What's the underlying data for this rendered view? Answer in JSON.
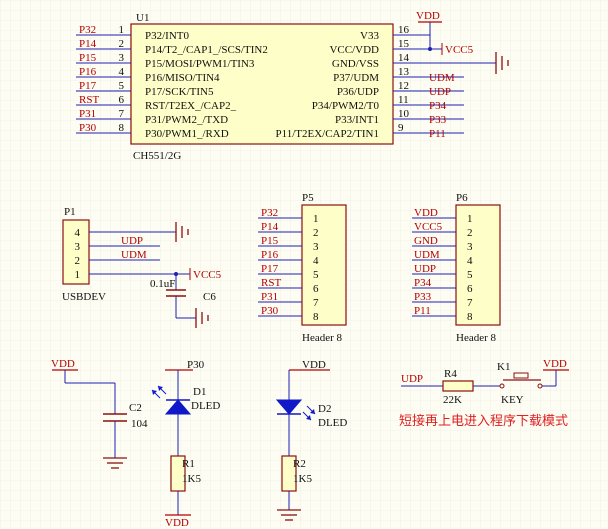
{
  "colors": {
    "background": "#fdfdf4",
    "grid": "#e8e8dc",
    "wire": "#1f1fb0",
    "part": "#8c1010",
    "text": "#101010",
    "net": "#b40000",
    "chip_fill": "#fefec8",
    "pin_text": "#101010",
    "cjk": "#e02020",
    "led": "#1018c8"
  },
  "u1": {
    "ref": "U1",
    "part": "CH551/2G",
    "left_pins": [
      {
        "num": "1",
        "net": "P32",
        "name": "P32/INT0"
      },
      {
        "num": "2",
        "net": "P14",
        "name": "P14/T2_/CAP1_/SCS/TIN2"
      },
      {
        "num": "3",
        "net": "P15",
        "name": "P15/MOSI/PWM1/TIN3"
      },
      {
        "num": "4",
        "net": "P16",
        "name": "P16/MISO/TIN4"
      },
      {
        "num": "5",
        "net": "P17",
        "name": "P17/SCK/TIN5"
      },
      {
        "num": "6",
        "net": "RST",
        "name": "RST/T2EX_/CAP2_"
      },
      {
        "num": "7",
        "net": "P31",
        "name": "P31/PWM2_/TXD"
      },
      {
        "num": "8",
        "net": "P30",
        "name": "P30/PWM1_/RXD"
      }
    ],
    "right_pins": [
      {
        "num": "16",
        "net": "VDD",
        "name": "V33"
      },
      {
        "num": "15",
        "net": "VCC5",
        "name": "VCC/VDD"
      },
      {
        "num": "14",
        "net": "",
        "name": "GND/VSS"
      },
      {
        "num": "13",
        "net": "UDM",
        "name": "P37/UDM"
      },
      {
        "num": "12",
        "net": "UDP",
        "name": "P36/UDP"
      },
      {
        "num": "11",
        "net": "P34",
        "name": "P34/PWM2/T0"
      },
      {
        "num": "10",
        "net": "P33",
        "name": "P33/INT1"
      },
      {
        "num": "9",
        "net": "P11",
        "name": "P11/T2EX/CAP2/TIN1"
      }
    ]
  },
  "p1": {
    "ref": "P1",
    "part": "USBDEV",
    "pins": [
      {
        "num": "4",
        "net": ""
      },
      {
        "num": "3",
        "net": "UDP"
      },
      {
        "num": "2",
        "net": "UDM"
      },
      {
        "num": "1",
        "net": "VCC5"
      }
    ]
  },
  "c6": {
    "ref": "C6",
    "value": "0.1uF"
  },
  "p5": {
    "ref": "P5",
    "part": "Header 8",
    "pins": [
      {
        "num": "1",
        "net": "P32"
      },
      {
        "num": "2",
        "net": "P14"
      },
      {
        "num": "3",
        "net": "P15"
      },
      {
        "num": "4",
        "net": "P16"
      },
      {
        "num": "5",
        "net": "P17"
      },
      {
        "num": "6",
        "net": "RST"
      },
      {
        "num": "7",
        "net": "P31"
      },
      {
        "num": "8",
        "net": "P30"
      }
    ]
  },
  "p6": {
    "ref": "P6",
    "part": "Header 8",
    "pins": [
      {
        "num": "1",
        "net": "VDD"
      },
      {
        "num": "2",
        "net": "VCC5"
      },
      {
        "num": "3",
        "net": "GND"
      },
      {
        "num": "4",
        "net": "UDM"
      },
      {
        "num": "5",
        "net": "UDP"
      },
      {
        "num": "6",
        "net": "P34"
      },
      {
        "num": "7",
        "net": "P33"
      },
      {
        "num": "8",
        "net": "P11"
      }
    ]
  },
  "c2": {
    "ref": "C2",
    "value": "104",
    "net": "VDD"
  },
  "d1": {
    "ref": "D1",
    "part": "DLED",
    "net": "P30"
  },
  "r1": {
    "ref": "R1",
    "value": "1K5",
    "net": "VDD"
  },
  "d2": {
    "ref": "D2",
    "part": "DLED",
    "net": "VDD"
  },
  "r2": {
    "ref": "R2",
    "value": "1K5"
  },
  "r4": {
    "ref": "R4",
    "value": "22K",
    "net": "UDP"
  },
  "k1": {
    "ref": "K1",
    "part": "KEY",
    "net": "VDD"
  },
  "note": "短接再上电进入程序下载模式"
}
